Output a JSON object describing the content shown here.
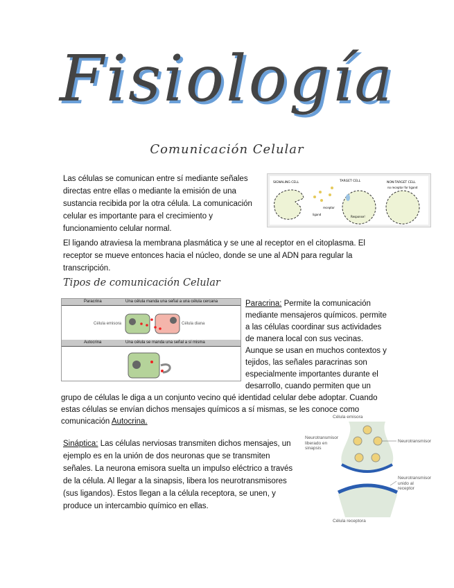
{
  "title": "Fisiología",
  "subtitle": "Comunicación Celular",
  "intro": "Las células se comunican entre sí mediante señales directas entre ellas o mediante la emisión de una sustancia recibida por la otra célula. La comunicación celular es importante para el crecimiento y funcionamiento celular normal.",
  "ligand": "El ligando atraviesa la membrana plasmática y se une al receptor en el citoplasma. El receptor se mueve entonces hacia el núcleo, donde se une al ADN para regular la transcripción.",
  "figure1": {
    "labels": [
      "SIGNALING CELL",
      "TARGET CELL",
      "NON-TARGET CELL",
      "no receptor for ligand",
      "receptor",
      "ligand",
      "Response!"
    ]
  },
  "types_heading": "Tipos de comunicación Celular",
  "figure2": {
    "paracrine_label": "Paracrina",
    "paracrine_desc": "Una célula manda una señal a una célula cercana",
    "emitter": "Célula emisora",
    "target": "Célula diana",
    "autocrine_label": "Autocrina",
    "autocrine_desc": "Una célula se manda una señal a sí misma"
  },
  "paracrine": {
    "term": "Paracrina:",
    "text": " Permite la comunicación mediante mensajeros químicos. permite a las células coordinar sus actividades de manera local con sus vecinas. Aunque se usan en muchos contextos y tejidos, las señales paracrinas son especialmente importantes durante el desarrollo, cuando permiten que un grupo de células le diga a un conjunto vecino qué identidad celular debe adoptar. Cuando estas células se envían dichos mensajes químicos a sí mismas, se les conoce como comunicación ",
    "autocrine": "Autocrina."
  },
  "synaptic": {
    "term": "Sináptica:",
    "text": " Las células nerviosas transmiten dichos mensajes, un ejemplo es en la unión de dos neuronas que se transmiten señales. La neurona emisora suelta un impulso eléctrico a través de la célula. Al llegar a la sinapsis, libera los neurotransmisores (sus ligandos). Estos llegan a la célula receptora, se unen, y produce un intercambio químico en ellas."
  },
  "figure3": {
    "labels": [
      "Célula emisora",
      "Neurotransmisor liberado en sinapsis",
      "Neurotransmisor",
      "Neurotransmisor unido al receptor",
      "Célula receptora"
    ]
  }
}
